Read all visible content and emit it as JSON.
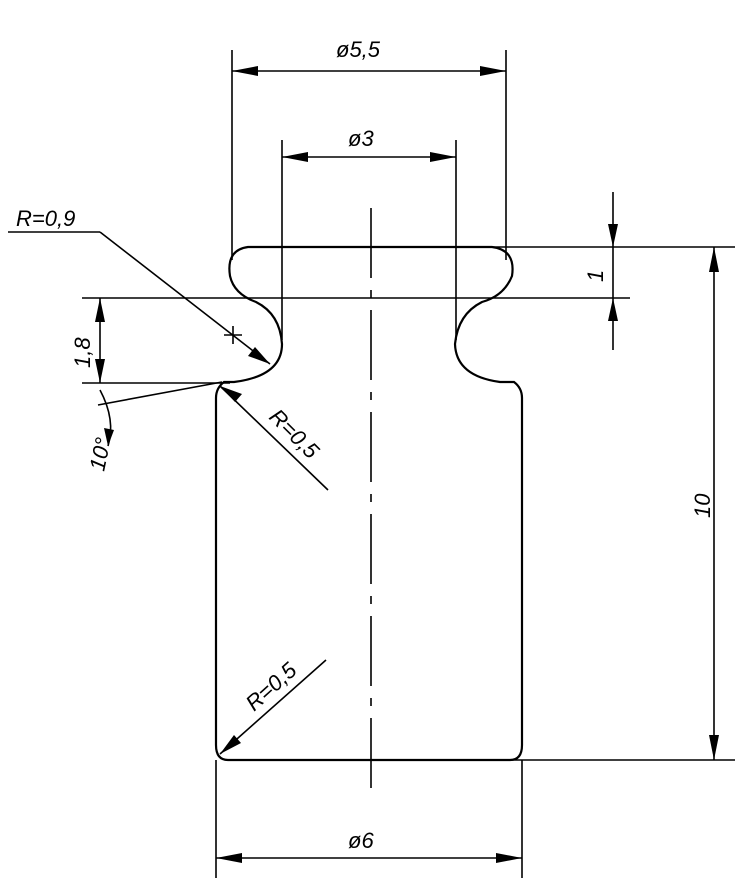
{
  "dimensions": {
    "outer_top_diameter": "ø5,5",
    "inner_neck_diameter": "ø3",
    "base_diameter": "ø6",
    "top_fillet_radius": "R=0,9",
    "base_top_fillet_radius": "R=0,5",
    "base_bottom_fillet_radius": "R=0,5",
    "neck_height": "1,8",
    "cap_height": "1",
    "total_height": "10",
    "angle": "10°"
  }
}
